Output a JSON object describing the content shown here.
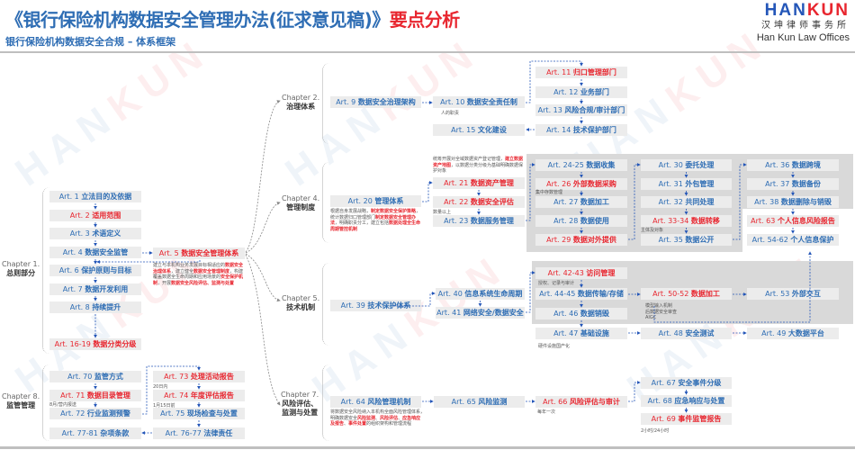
{
  "header": {
    "title_main": "《银行保险机构数据安全管理办法(征求意见稿)》",
    "title_highlight": "要点分析",
    "subtitle": "银行保险机构数据安全合规 – 体系框架"
  },
  "logo": {
    "han": "HAN",
    "kun": "KUN",
    "cn": "汉坤律师事务所",
    "en": "Han Kun Law Offices"
  },
  "watermark": {
    "han": "HAN",
    "kun": "KUN"
  },
  "colors": {
    "blue": "#2e6db4",
    "red": "#e8262f",
    "box": "#ececec",
    "area": "#d9d9d9"
  },
  "chapters": {
    "c1": {
      "num": "Chapter 1.",
      "name": "总则部分"
    },
    "c2": {
      "num": "Chapter 2.",
      "name": "治理体系"
    },
    "c4": {
      "num": "Chapter 4.",
      "name": "管理制度"
    },
    "c5": {
      "num": "Chapter 5.",
      "name": "技术机制"
    },
    "c7": {
      "num": "Chapter 7.",
      "name": "风险评估、",
      "name2": "监测与处置"
    },
    "c8": {
      "num": "Chapter 8.",
      "name": "监管管理"
    }
  },
  "articles": {
    "a1": {
      "num": "Art. 1",
      "title": "立法目的及依据",
      "highlight": false
    },
    "a2": {
      "num": "Art. 2",
      "title": "适用范围",
      "highlight": true
    },
    "a3": {
      "num": "Art. 3",
      "title": "术语定义",
      "highlight": false
    },
    "a4": {
      "num": "Art. 4",
      "title": "数据安全监管",
      "highlight": false
    },
    "a5": {
      "num": "Art. 5",
      "title": "数据安全管理体系",
      "highlight": true
    },
    "a6": {
      "num": "Art. 6",
      "title": "保护原则与目标",
      "highlight": false
    },
    "a7": {
      "num": "Art. 7",
      "title": "数据开发利用",
      "highlight": false
    },
    "a8": {
      "num": "Art. 8",
      "title": "持续提升",
      "highlight": false
    },
    "a16": {
      "num": "Art. 16-19",
      "title": "数据分类分级",
      "highlight": true
    },
    "a9": {
      "num": "Art. 9",
      "title": "数据安全治理架构",
      "highlight": false
    },
    "a10": {
      "num": "Art. 10",
      "title": "数据安全责任制",
      "highlight": false
    },
    "a11": {
      "num": "Art. 11",
      "title": "归口管理部门",
      "highlight": true
    },
    "a12": {
      "num": "Art. 12",
      "title": "业务部门",
      "highlight": false
    },
    "a13": {
      "num": "Art. 13",
      "title": "风险合规/审计部门",
      "highlight": false
    },
    "a14": {
      "num": "Art. 14",
      "title": "技术保护部门",
      "highlight": false
    },
    "a15": {
      "num": "Art. 15",
      "title": "文化建设",
      "highlight": false
    },
    "a20": {
      "num": "Art. 20",
      "title": "管理体系",
      "highlight": false
    },
    "a21": {
      "num": "Art. 21",
      "title": "数据资产管理",
      "highlight": true
    },
    "a22": {
      "num": "Art. 22",
      "title": "数据安全评估",
      "highlight": true
    },
    "a23": {
      "num": "Art. 23",
      "title": "数据服务管理",
      "highlight": false
    },
    "a24": {
      "num": "Art. 24-25",
      "title": "数据收集",
      "highlight": false
    },
    "a26": {
      "num": "Art. 26",
      "title": "外部数据采购",
      "highlight": true
    },
    "a27": {
      "num": "Art. 27",
      "title": "数据加工",
      "highlight": false
    },
    "a28": {
      "num": "Art. 28",
      "title": "数据使用",
      "highlight": false
    },
    "a29": {
      "num": "Art. 29",
      "title": "数据对外提供",
      "highlight": true
    },
    "a30": {
      "num": "Art. 30",
      "title": "委托处理",
      "highlight": false
    },
    "a31": {
      "num": "Art. 31",
      "title": "外包管理",
      "highlight": false
    },
    "a32": {
      "num": "Art. 32",
      "title": "共同处理",
      "highlight": false
    },
    "a33": {
      "num": "Art. 33-34",
      "title": "数据转移",
      "highlight": true
    },
    "a35": {
      "num": "Art. 35",
      "title": "数据公开",
      "highlight": false
    },
    "a36": {
      "num": "Art. 36",
      "title": "数据跨境",
      "highlight": false
    },
    "a37": {
      "num": "Art. 37",
      "title": "数据备份",
      "highlight": false
    },
    "a38": {
      "num": "Art. 38",
      "title": "数据删除与销毁",
      "highlight": false
    },
    "a63": {
      "num": "Art. 63",
      "title": "个人信息风险报告",
      "highlight": true
    },
    "a54": {
      "num": "Art. 54-62",
      "title": "个人信息保护",
      "highlight": false
    },
    "a39": {
      "num": "Art. 39",
      "title": "技术保护体系",
      "highlight": false
    },
    "a40": {
      "num": "Art. 40",
      "title": "信息系统生命周期",
      "highlight": false
    },
    "a41": {
      "num": "Art. 41",
      "title": "网络安全/数据安全",
      "highlight": false
    },
    "a42": {
      "num": "Art. 42-43",
      "title": "访问管理",
      "highlight": true
    },
    "a44": {
      "num": "Art. 44-45",
      "title": "数据传输/存储",
      "highlight": false
    },
    "a46": {
      "num": "Art. 46",
      "title": "数据销毁",
      "highlight": false
    },
    "a47": {
      "num": "Art. 47",
      "title": "基础设施",
      "highlight": false
    },
    "a48": {
      "num": "Art. 48",
      "title": "安全测试",
      "highlight": false
    },
    "a49": {
      "num": "Art. 49",
      "title": "大数据平台",
      "highlight": false
    },
    "a50": {
      "num": "Art. 50-52",
      "title": "数据加工",
      "highlight": true
    },
    "a53": {
      "num": "Art. 53",
      "title": "外部交互",
      "highlight": false
    },
    "a64": {
      "num": "Art. 64",
      "title": "风险管理机制",
      "highlight": false
    },
    "a65": {
      "num": "Art. 65",
      "title": "风险监测",
      "highlight": false
    },
    "a66": {
      "num": "Art. 66",
      "title": "风险评估与审计",
      "highlight": true
    },
    "a67": {
      "num": "Art. 67",
      "title": "安全事件分级",
      "highlight": false
    },
    "a68": {
      "num": "Art. 68",
      "title": "应急响应与处置",
      "highlight": false
    },
    "a69": {
      "num": "Art. 69",
      "title": "事件监管报告",
      "highlight": true
    },
    "a70": {
      "num": "Art. 70",
      "title": "监管方式",
      "highlight": false
    },
    "a71": {
      "num": "Art. 71",
      "title": "数据目录管理",
      "highlight": true
    },
    "a72": {
      "num": "Art. 72",
      "title": "行业监测预警",
      "highlight": false
    },
    "a77": {
      "num": "Art. 77-81",
      "title": "杂项条款",
      "highlight": false
    },
    "a73": {
      "num": "Art. 73",
      "title": "处理活动报告",
      "highlight": true
    },
    "a74": {
      "num": "Art. 74",
      "title": "年度评估报告",
      "highlight": true
    },
    "a75": {
      "num": "Art. 75",
      "title": "现场检查与处置",
      "highlight": false
    },
    "a76": {
      "num": "Art. 76-77",
      "title": "法律责任",
      "highlight": false
    }
  },
  "notes": {
    "n5": [
      "建立与本机构业务发展目标相适应的",
      "数据安全治理体系",
      "，建立健全",
      "数据安全管理制度",
      "，构建覆盖数据全生命周期和应用场景的",
      "安全保护机制",
      "，开展",
      "数据安全风险评估、监测与处置"
    ],
    "n20": [
      "根据自身发展战略，",
      "制定数据安全保护策略",
      "，统计数据归口管理部门",
      "制定数据安全管理办法",
      "，明确职责分工，建立包括",
      "数据处理全生命周期管控机制"
    ],
    "n21": [
      "统筹开展对全域数据资产登记管理，",
      "建立数据资产地图",
      "，以数据分类分级为基础明确数据保护对象"
    ],
    "n64": [
      "将数据安全风险纳入本机构全面风险管理体系，明确数据安全",
      "风险监测",
      "、",
      "风险评估",
      "、",
      "应急响应及报告",
      "、",
      "事件处置",
      "的组织架构和管理流程"
    ],
    "n10": "人的职责",
    "n22": "数量以上",
    "n26": "集中存数管理",
    "n33": "主体及对象",
    "n42": "授权、记录与审计",
    "n50a": "模型输入机制",
    "n50b": "后数据安全审查",
    "n50c": "AIGC",
    "n47": "硬件设施国产化",
    "n66": "每年一次",
    "n69": "2小时/24小时",
    "n72": "8月/营内报送",
    "n73": "20日内",
    "n74": "1月15日前"
  }
}
